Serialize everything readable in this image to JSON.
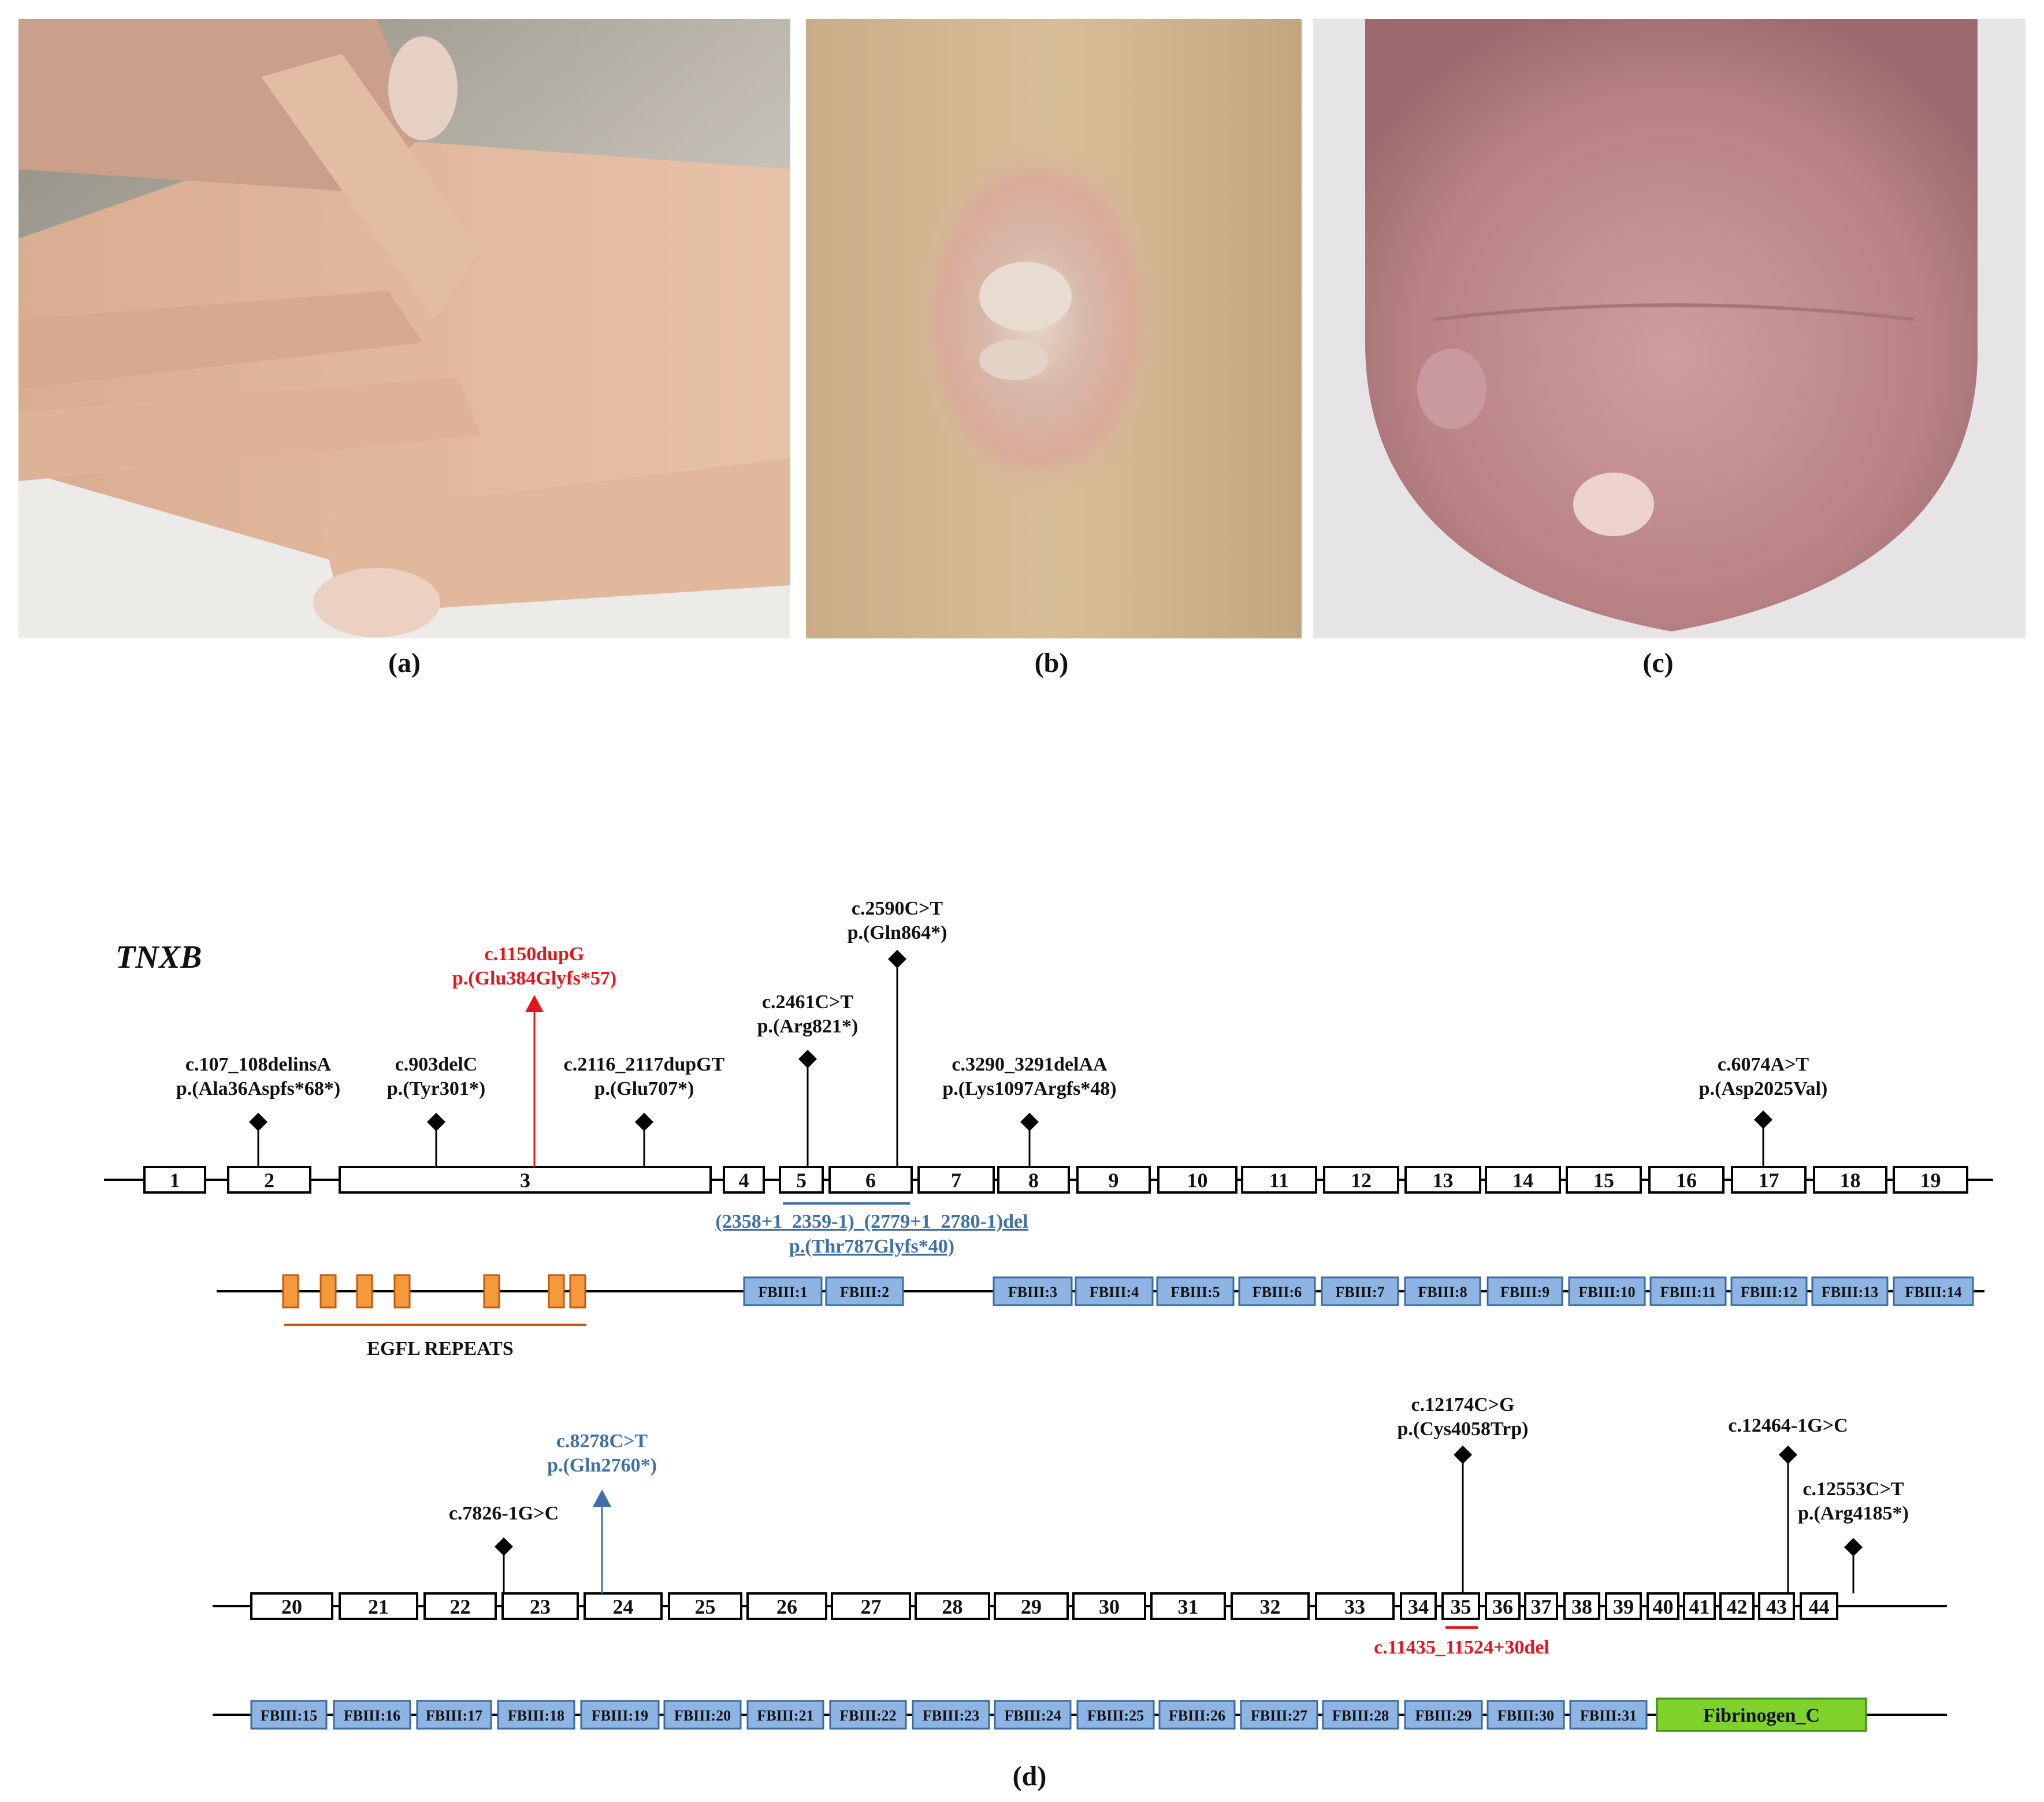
{
  "panels": {
    "a": {
      "caption": "(a)",
      "description": "hand"
    },
    "b": {
      "caption": "(b)",
      "description": "skin"
    },
    "c": {
      "caption": "(c)",
      "description": "heel"
    },
    "d": {
      "caption": "(d)"
    }
  },
  "gene": "TNXB",
  "colors": {
    "black": "#000000",
    "red": "#e8141c",
    "blue": "#3d6fa8",
    "domain_fill": "#8eb4e3",
    "domain_stroke": "#3b6aa0",
    "egfl_fill": "#f59a3c",
    "egfl_stroke": "#c45a10",
    "fibrinogen_fill": "#7fd22b",
    "fibrinogen_stroke": "#3a8a12"
  },
  "exons_row1": [
    "1",
    "2",
    "3",
    "4",
    "5",
    "6",
    "7",
    "8",
    "9",
    "10",
    "11",
    "12",
    "13",
    "14",
    "15",
    "16",
    "17",
    "18",
    "19"
  ],
  "exons_row2": [
    "20",
    "21",
    "22",
    "23",
    "24",
    "25",
    "26",
    "27",
    "28",
    "29",
    "30",
    "31",
    "32",
    "33",
    "34",
    "35",
    "36",
    "37",
    "38",
    "39",
    "40",
    "41",
    "42",
    "43",
    "44"
  ],
  "domains_row1": [
    "FBIII:1",
    "FBIII:2",
    "FBIII:3",
    "FBIII:4",
    "FBIII:5",
    "FBIII:6",
    "FBIII:7",
    "FBIII:8",
    "FBIII:9",
    "FBIII:10",
    "FBIII:11",
    "FBIII:12",
    "FBIII:13",
    "FBIII:14"
  ],
  "domains_row2": [
    "FBIII:15",
    "FBIII:16",
    "FBIII:17",
    "FBIII:18",
    "FBIII:19",
    "FBIII:20",
    "FBIII:21",
    "FBIII:22",
    "FBIII:23",
    "FBIII:24",
    "FBIII:25",
    "FBIII:26",
    "FBIII:27",
    "FBIII:28",
    "FBIII:29",
    "FBIII:30",
    "FBIII:31"
  ],
  "fibrinogen": "Fibrinogen_C",
  "egfl_label": "EGFL REPEATS",
  "variants": {
    "v1": [
      "c.107_108delinsA",
      "p.(Ala36Aspfs*68*)"
    ],
    "v2": [
      "c.903delC",
      "p.(Tyr301*)"
    ],
    "v3": [
      "c.1150dupG",
      "p.(Glu384Glyfs*57)"
    ],
    "v4": [
      "c.2116_2117dupGT",
      "p.(Glu707*)"
    ],
    "v5": [
      "c.2461C>T",
      "p.(Arg821*)"
    ],
    "v6": [
      "c.2590C>T",
      "p.(Gln864*)"
    ],
    "v7": [
      "c.3290_3291delAA",
      "p.(Lys1097Argfs*48)"
    ],
    "v8": [
      "c.6074A>T",
      "p.(Asp2025Val)"
    ],
    "v9": [
      "(2358+1_2359-1)_(2779+1_2780-1)del",
      "p.(Thr787Glyfs*40)"
    ],
    "v10": [
      "c.7826-1G>C"
    ],
    "v11": [
      "c.8278C>T",
      "p.(Gln2760*)"
    ],
    "v12": [
      "c.12174C>G",
      "p.(Cys4058Trp)"
    ],
    "v13": [
      "c.12464-1G>C"
    ],
    "v14": [
      "c.12553C>T",
      "p.(Arg4185*)"
    ],
    "v15": [
      "c.11435_11524+30del"
    ]
  }
}
